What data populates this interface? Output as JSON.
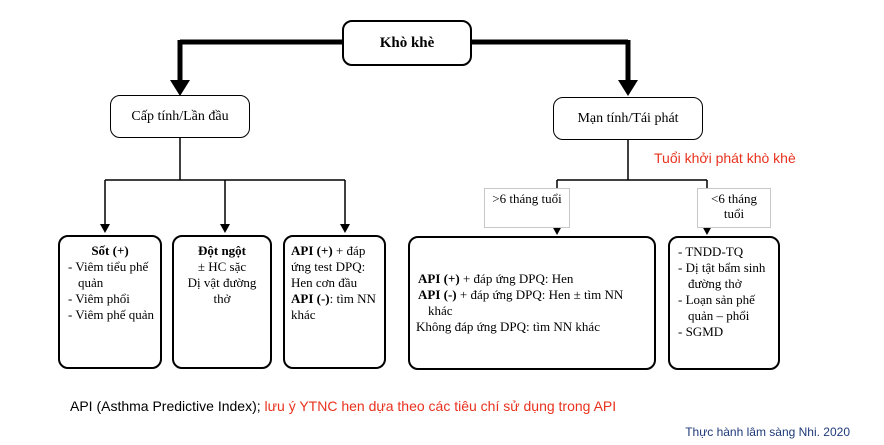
{
  "root": {
    "label": "Khò khè"
  },
  "branches": {
    "acute": {
      "label": "Cấp tính/Lần đầu",
      "children": [
        {
          "header": "Sốt (+)",
          "lines": [
            "- Viêm tiểu phế quản",
            "- Viêm phổi",
            "- Viêm phế quản"
          ]
        },
        {
          "header": "Đột ngột",
          "lines": [
            "± HC sặc",
            "Dị vật đường thở"
          ]
        },
        {
          "rich": [
            {
              "b": "API (+)",
              "t": " + đáp ứng test DPQ: Hen cơn đầu"
            },
            {
              "b": "API (-)",
              "t": ": tìm NN khác"
            }
          ]
        }
      ]
    },
    "chronic": {
      "label": "Mạn tính/Tái phát",
      "onset_note": "Tuổi khởi phát khò khè",
      "over6": {
        "age_label": ">6 tháng tuổi",
        "rich": [
          {
            "b": "API (+)",
            "t": " + đáp ứng DPQ: Hen"
          },
          {
            "b": "API (-)",
            "t": " + đáp ứng DPQ: Hen ± tìm NN khác"
          },
          {
            "b": "",
            "t": "Không đáp ứng DPQ: tìm NN khác"
          }
        ]
      },
      "under6": {
        "age_label": "<6 tháng tuổi",
        "lines": [
          "- TNDD-TQ",
          "- Dị tật bẩm sinh đường thở",
          "- Loạn sản phế quản – phổi",
          "- SGMD"
        ]
      }
    }
  },
  "footer": {
    "text_black": "API (Asthma Predictive Index);",
    "text_red": " lưu ý YTNC hen dựa theo các tiêu chí sử dụng trong API"
  },
  "source": "Thực hành lâm sàng Nhi. 2020",
  "colors": {
    "accent_red": "#e8321e",
    "source_blue": "#1f3a7a"
  }
}
